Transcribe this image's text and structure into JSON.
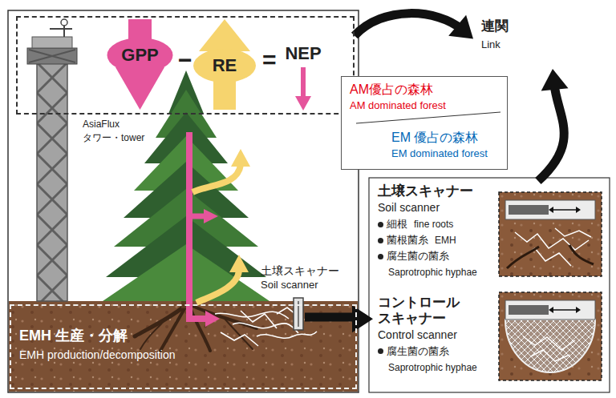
{
  "diagram": {
    "nodes": [
      {
        "text": [
          "−",
          "="
        ]
      },
      {
        "text": [
          "GPP"
        ],
        "in": 0
      },
      {
        "text": [
          "RE"
        ],
        "in": 0
      },
      {
        "text": [
          "NEP"
        ],
        "in": 0
      },
      {
        "text": [
          "連関",
          "Link"
        ]
      },
      {
        "text": [
          "AM優占の森林",
          "AM dominated forest",
          "EM 優占の森林",
          "EM dominated forest"
        ]
      },
      {
        "text": [
          "土壌スキャナー",
          "Soil scanner",
          "細根",
          "fine roots",
          "菌根菌糸",
          "EMH",
          "腐生菌の菌糸",
          "Saprotrophic hyphae"
        ]
      },
      {
        "text": [
          "コントロール スキャナー",
          "Control scanner",
          "腐生菌の菌糸",
          "Saprotrophic hyphae"
        ]
      },
      {
        "text": [
          "EMH 生産・分解",
          "EMH production/decomposition"
        ]
      }
    ],
    "edges": [
      {
        "from": 0,
        "to": 4,
        "arrow": "to"
      },
      {
        "from": 6,
        "to": 4,
        "arrow": "to"
      },
      {
        "from": 8,
        "to": 7,
        "arrow": "to"
      }
    ],
    "labels": [
      "AsiaFlux",
      "タワー・tower",
      "土壌スキャナー",
      "Soil scanner"
    ]
  }
}
